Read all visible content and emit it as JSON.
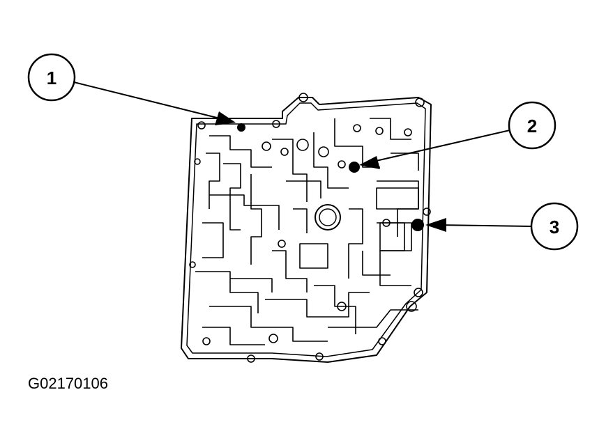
{
  "figure_id": "G02170106",
  "callouts": [
    {
      "label": "1"
    },
    {
      "label": "2"
    },
    {
      "label": "3"
    }
  ],
  "colors": {
    "ink": "#000000",
    "paper": "#ffffff"
  }
}
